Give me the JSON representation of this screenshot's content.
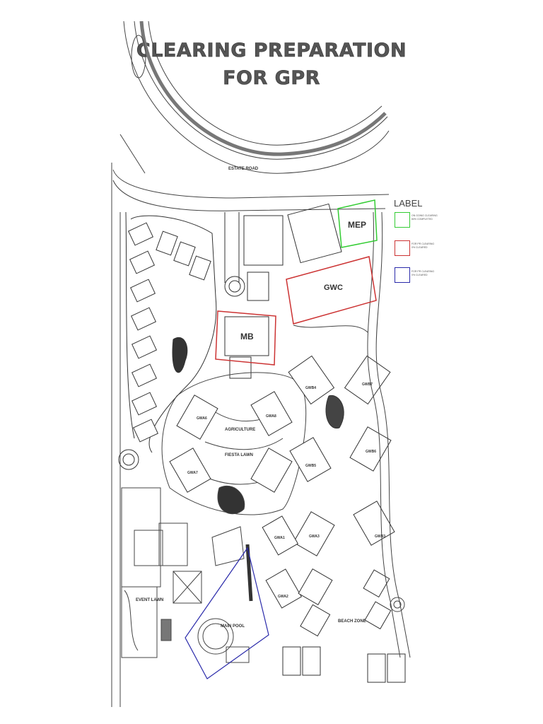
{
  "title": {
    "line1": "CLEARING PREPARATION",
    "line2": "FOR GPR"
  },
  "legend": {
    "title": "LABEL",
    "items": [
      {
        "color": "#33cc33",
        "line1": "ON GOING CLEARING",
        "line2": "80% COMPLETED"
      },
      {
        "color": "#cc3333",
        "line1": "FOR PR CLEARING",
        "line2": "0% CLEARED"
      },
      {
        "color": "#2a2aaa",
        "line1": "FOR PR CLEARING",
        "line2": "0% CLEARED"
      }
    ]
  },
  "zones": {
    "mep": "MEP",
    "gwc": "GWC",
    "mb": "MB",
    "estate_road": "ESTATE ROAD",
    "agriculture": "AGRICULTURE",
    "fiesta_lawn": "FIESTA LAWN",
    "event_lawn": "EVENT LAWN",
    "main_pool": "MAIN POOL",
    "beach_zone": "BEACH ZONE"
  },
  "buildings": [
    "GWB4",
    "GWB7",
    "GWA6",
    "GWA8",
    "GWA7",
    "GWB5",
    "GWB6",
    "GWA1",
    "GWA2",
    "GWA3",
    "GWB3"
  ]
}
